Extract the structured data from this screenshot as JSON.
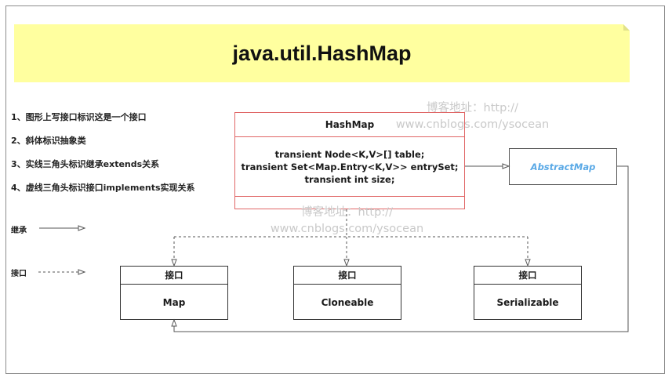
{
  "title": "java.util.HashMap",
  "legend": [
    "1、图形上写接口标识这是一个接口",
    "2、斜体标识抽象类",
    "3、实线三角头标识继承extends关系",
    "4、虚线三角头标识接口implements实现关系"
  ],
  "line_legend": {
    "inherit": "继承",
    "interface": "接口"
  },
  "hashmap": {
    "name": "HashMap",
    "fields": [
      "transient Node<K,V>[] table;",
      "transient Set<Map.Entry<K,V>> entrySet;",
      "transient int size;"
    ]
  },
  "abstract_class": "AbstractMap",
  "interfaces": [
    {
      "stereotype": "接口",
      "name": "Map"
    },
    {
      "stereotype": "接口",
      "name": "Cloneable"
    },
    {
      "stereotype": "接口",
      "name": "Serializable"
    }
  ],
  "watermark": {
    "line1": "博客地址：http://",
    "line2": "www.cnblogs.com/ysocean"
  },
  "colors": {
    "note_fill": "#ffff9f",
    "hashmap_border": "#e06666",
    "abstract_text": "#5aa9e6"
  }
}
